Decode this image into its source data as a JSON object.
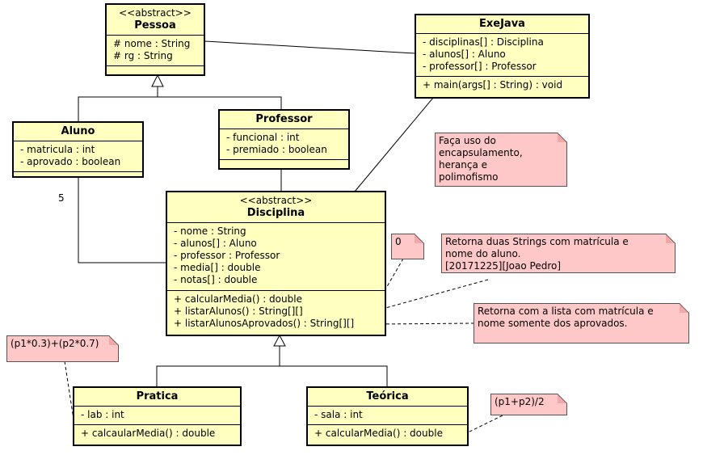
{
  "classes": {
    "pessoa": {
      "stereotype": "<<abstract>>",
      "name": "Pessoa",
      "attributes": [
        "# nome : String",
        "# rg : String"
      ],
      "methods": []
    },
    "exejava": {
      "stereotype": "",
      "name": "ExeJava",
      "attributes": [
        "- disciplinas[] : Disciplina",
        "- alunos[] : Aluno",
        "- professor[] : Professor"
      ],
      "methods": [
        "+ main(args[] : String) : void"
      ]
    },
    "aluno": {
      "stereotype": "",
      "name": "Aluno",
      "attributes": [
        "- matricula : int",
        "- aprovado : boolean"
      ],
      "methods": []
    },
    "professor": {
      "stereotype": "",
      "name": "Professor",
      "attributes": [
        "- funcional : int",
        "- premiado : boolean"
      ],
      "methods": []
    },
    "disciplina": {
      "stereotype": "<<abstract>>",
      "name": "Disciplina",
      "attributes": [
        "- nome : String",
        "- alunos[] : Aluno",
        "- professor : Professor",
        "- media[] : double",
        "- notas[] : double"
      ],
      "methods": [
        "+ calcularMedia() : double",
        "+ listarAlunos() : String[][]",
        "+ listarAlunosAprovados() : String[][]"
      ]
    },
    "pratica": {
      "stereotype": "",
      "name": "Pratica",
      "attributes": [
        "- lab : int"
      ],
      "methods": [
        "+ calcaularMedia() : double"
      ]
    },
    "teorica": {
      "stereotype": "",
      "name": "Teórica",
      "attributes": [
        "- sala : int"
      ],
      "methods": [
        "+ calcularMedia() : double"
      ]
    }
  },
  "notes": {
    "encapsulamento": [
      "Faça uso do",
      "encapsulamento,",
      "herança e",
      "polimofismo"
    ],
    "zero": [
      "0"
    ],
    "listar_alunos": [
      "Retorna duas Strings com matrícula e",
      "nome do aluno.",
      "[20171225][Joao Pedro]"
    ],
    "aprovados": [
      "Retorna com a lista com matrícula e",
      "nome somente dos aprovados."
    ],
    "pratica_formula": [
      "(p1*0.3)+(p2*0.7)"
    ],
    "teorica_formula": [
      "(p1+p2)/2"
    ]
  },
  "multiplicity": {
    "aluno_disciplina": "5"
  },
  "colors": {
    "class_fill": "#ffffc0",
    "note_fill": "#ffc8c8",
    "line": "#000000"
  }
}
